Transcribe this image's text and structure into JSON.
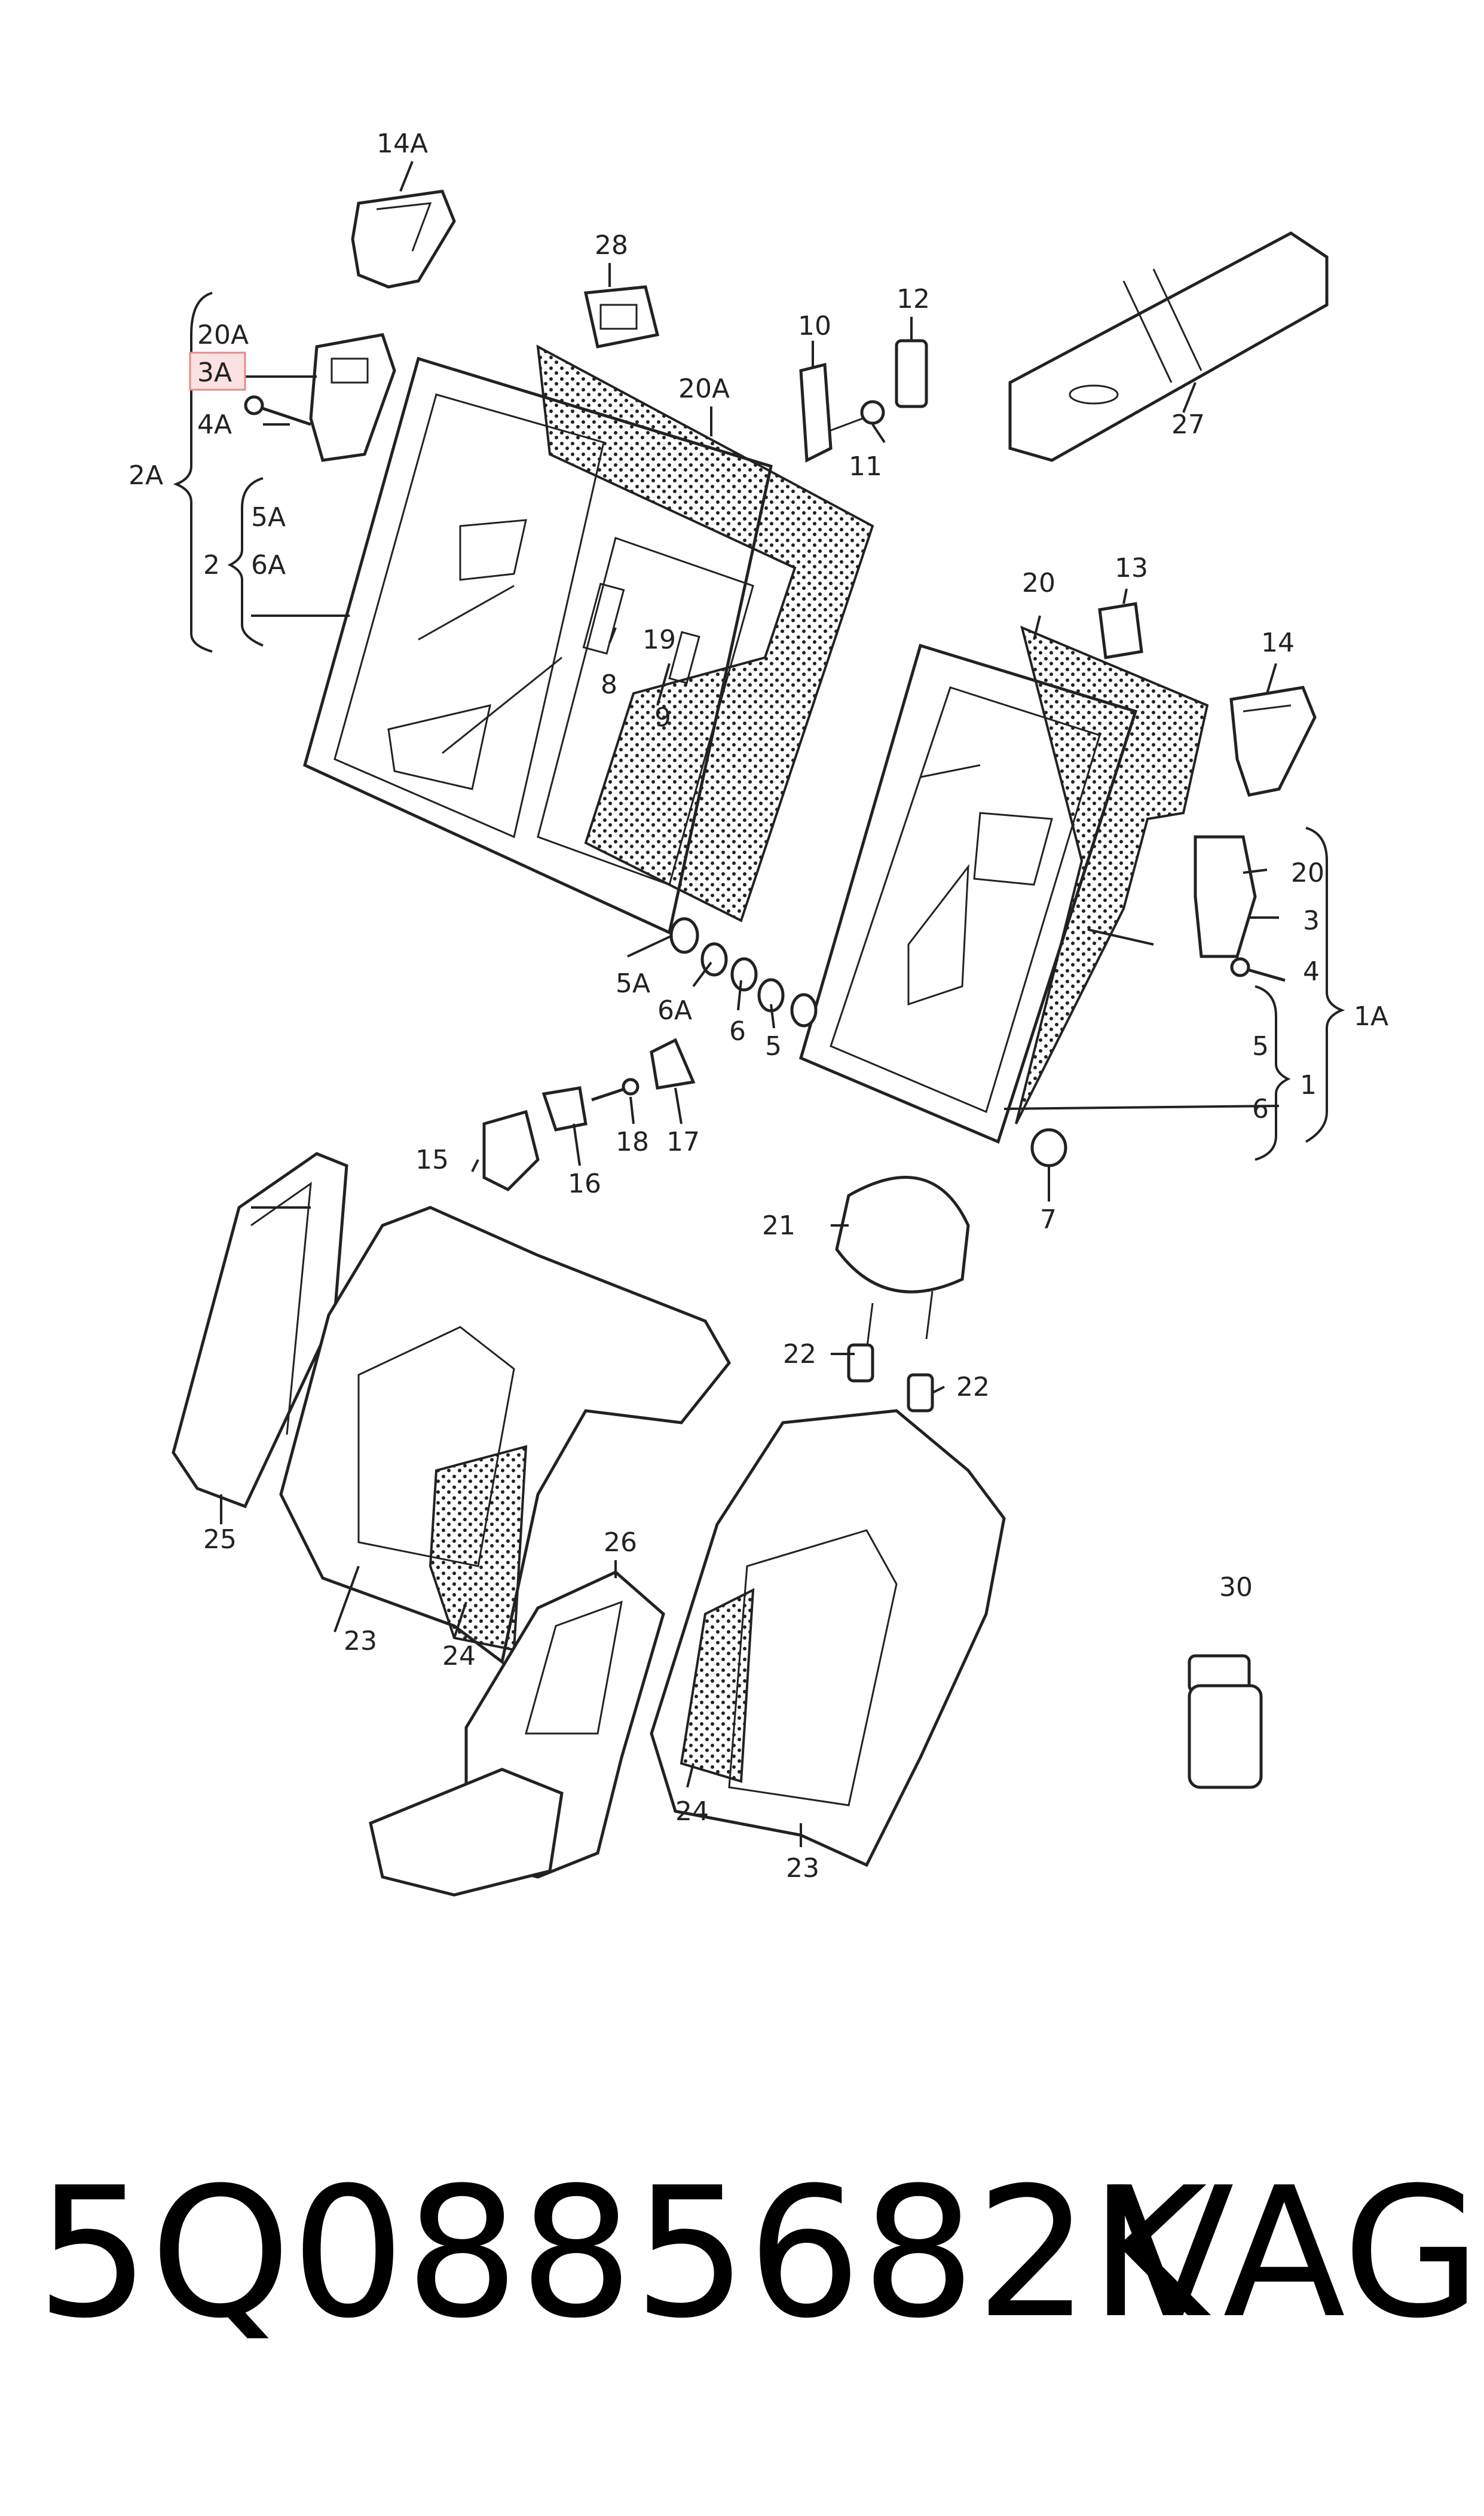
{
  "labels": {
    "l14A": "14A",
    "l28": "28",
    "l12": "12",
    "l10": "10",
    "l20A_top": "20A",
    "l20A_left": "20A",
    "l3A": "3A",
    "l4A": "4A",
    "l2A": "2A",
    "l5A_top": "5A",
    "l6A_top": "6A",
    "l2": "2",
    "l11": "11",
    "l27": "27",
    "l20": "20",
    "l13": "13",
    "l14": "14",
    "l19": "19",
    "l8": "8",
    "l9": "9",
    "l20_right": "20",
    "l3": "3",
    "l4": "4",
    "l1A": "1A",
    "l5_right": "5",
    "l6_right": "6",
    "l1": "1",
    "l5A_bottom": "5A",
    "l6A_bottom": "6A",
    "l6_bottom": "6",
    "l5_bottom": "5",
    "l7": "7",
    "l15": "15",
    "l16": "16",
    "l18": "18",
    "l17": "17",
    "l21": "21",
    "l22_left": "22",
    "l22_right": "22",
    "l25": "25",
    "l23_left": "23",
    "l24_left": "24",
    "l26": "26",
    "l30": "30",
    "l24_right": "24",
    "l23_right": "23"
  },
  "footer": {
    "part_number": "5Q0885682K",
    "brand": "VAG"
  },
  "colors": {
    "highlight": "#fbe1e1",
    "highlight_border": "#e58a8a"
  }
}
